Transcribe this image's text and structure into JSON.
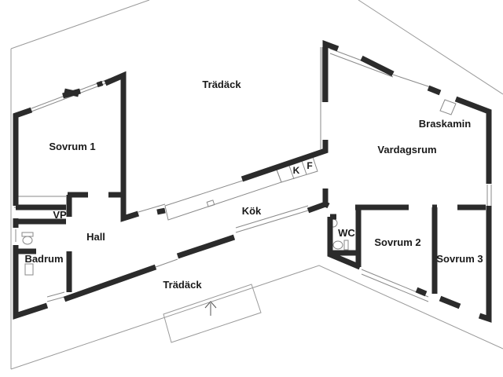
{
  "plan": {
    "rooms": [
      {
        "id": "tradack-top",
        "label": "Trädäck"
      },
      {
        "id": "sovrum-1",
        "label": "Sovrum 1"
      },
      {
        "id": "braskamin",
        "label": "Braskamin"
      },
      {
        "id": "vardagsrum",
        "label": "Vardagsrum"
      },
      {
        "id": "kok",
        "label": "Kök"
      },
      {
        "id": "vp",
        "label": "VP"
      },
      {
        "id": "hall",
        "label": "Hall"
      },
      {
        "id": "wc",
        "label": "WC"
      },
      {
        "id": "sovrum-2",
        "label": "Sovrum 2"
      },
      {
        "id": "sovrum-3",
        "label": "Sovrum 3"
      },
      {
        "id": "badrum",
        "label": "Badrum"
      },
      {
        "id": "tradack-bottom",
        "label": "Trädäck"
      }
    ],
    "appliances": {
      "fridge": "K",
      "freezer": "F"
    },
    "colors": {
      "wall": "#2b2b2b",
      "thin_line": "#9a9a9a",
      "background": "#ffffff"
    }
  }
}
